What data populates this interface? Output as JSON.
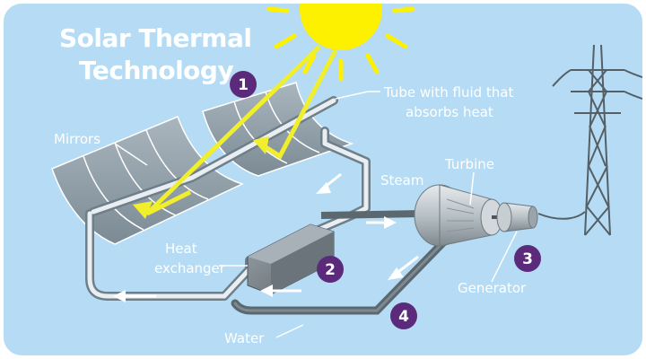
{
  "title": {
    "line1": "Solar Thermal",
    "line2": "Technology"
  },
  "labels": {
    "tube_line1": "Tube with fluid that",
    "tube_line2": "absorbs heat",
    "mirrors": "Mirrors",
    "steam": "Steam",
    "turbine": "Turbine",
    "heat_line1": "Heat",
    "heat_line2": "exchanger",
    "generator": "Generator",
    "water": "Water"
  },
  "steps": [
    "1",
    "2",
    "3",
    "4"
  ],
  "colors": {
    "sky": "#b5dcf4",
    "sun": "#fdf100",
    "ray": "#f1ee2c",
    "badge": "#5b2a7a",
    "pipe_outline": "#6e7f8a",
    "pipe_fill": "#e9eef2",
    "water_pipe": "#5b6870",
    "text": "#ffffff"
  }
}
